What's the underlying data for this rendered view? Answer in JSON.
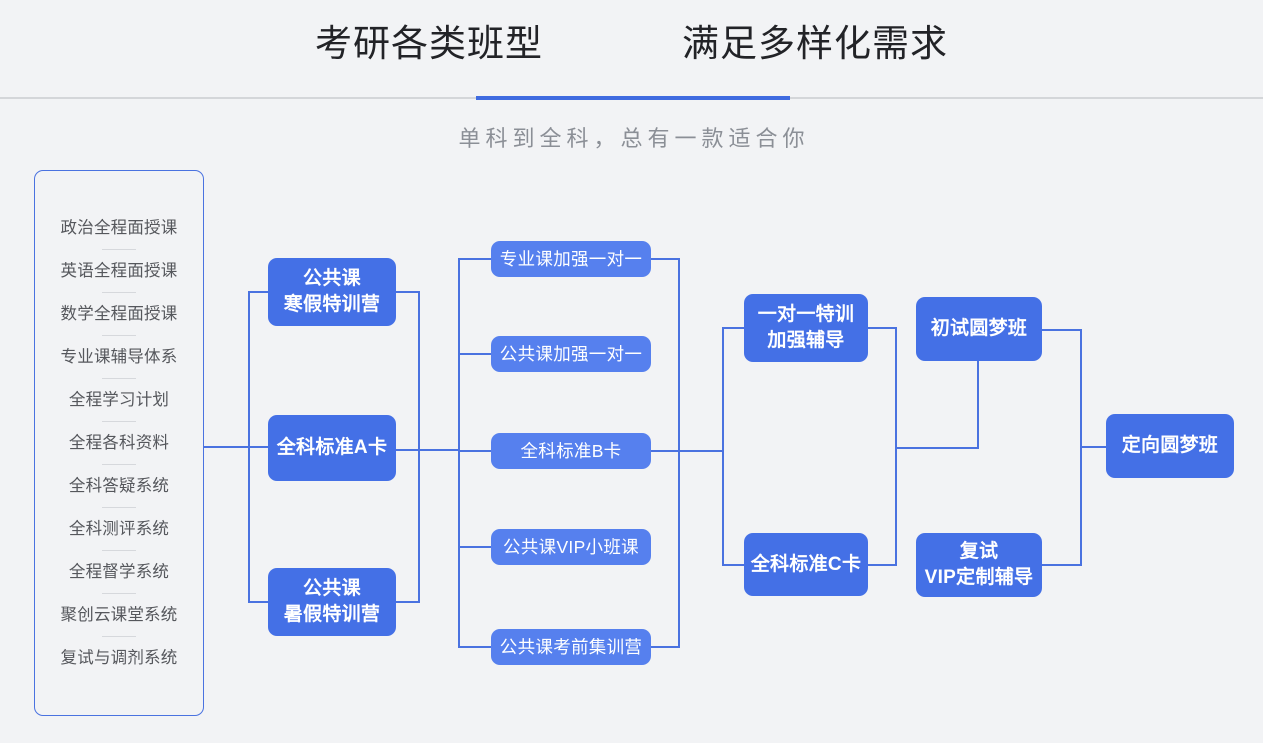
{
  "header": {
    "title_main": "考研各类班型",
    "title_sub": "满足多样化需求",
    "subtitle": "单科到全科，总有一款适合你",
    "accent_color": "#3f6be0",
    "rule_color": "#d4d6d9"
  },
  "sidebar": {
    "border_color": "#4a72e0",
    "items": [
      {
        "label": "政治全程面授课"
      },
      {
        "label": "英语全程面授课"
      },
      {
        "label": "数学全程面授课"
      },
      {
        "label": "专业课辅导体系"
      },
      {
        "label": "全程学习计划"
      },
      {
        "label": "全程各科资料"
      },
      {
        "label": "全科答疑系统"
      },
      {
        "label": "全科测评系统"
      },
      {
        "label": "全程督学系统"
      },
      {
        "label": "聚创云课堂系统"
      },
      {
        "label": "复试与调剂系统"
      }
    ]
  },
  "flow": {
    "node_color_bold": "#4470e6",
    "node_color_plain": "#5680ee",
    "line_color": "#4a72e0",
    "columns": [
      {
        "name": "column-2",
        "nodes": [
          {
            "id": "gongong-hanjia",
            "lines": [
              "公共课",
              "寒假特训营"
            ]
          },
          {
            "id": "quanke-a",
            "lines": [
              "全科标准A卡"
            ]
          },
          {
            "id": "gongong-shujia",
            "lines": [
              "公共课",
              "暑假特训营"
            ]
          }
        ]
      },
      {
        "name": "column-3",
        "nodes": [
          {
            "id": "zhuanye-1v1",
            "lines": [
              "专业课加强一对一"
            ]
          },
          {
            "id": "gonggong-1v1",
            "lines": [
              "公共课加强一对一"
            ]
          },
          {
            "id": "quanke-b",
            "lines": [
              "全科标准B卡"
            ]
          },
          {
            "id": "gonggong-vip",
            "lines": [
              "公共课VIP小班课"
            ]
          },
          {
            "id": "gonggong-kq",
            "lines": [
              "公共课考前集训营"
            ]
          }
        ]
      },
      {
        "name": "column-4",
        "nodes": [
          {
            "id": "1v1-texun",
            "lines": [
              "一对一特训",
              "加强辅导"
            ]
          },
          {
            "id": "quanke-c",
            "lines": [
              "全科标准C卡"
            ]
          }
        ]
      },
      {
        "name": "column-5",
        "nodes": [
          {
            "id": "chushi",
            "lines": [
              "初试圆梦班"
            ]
          },
          {
            "id": "fushi",
            "lines": [
              "复试",
              "VIP定制辅导"
            ]
          }
        ]
      },
      {
        "name": "column-6",
        "nodes": [
          {
            "id": "dingxiang",
            "lines": [
              "定向圆梦班"
            ]
          }
        ]
      }
    ]
  }
}
